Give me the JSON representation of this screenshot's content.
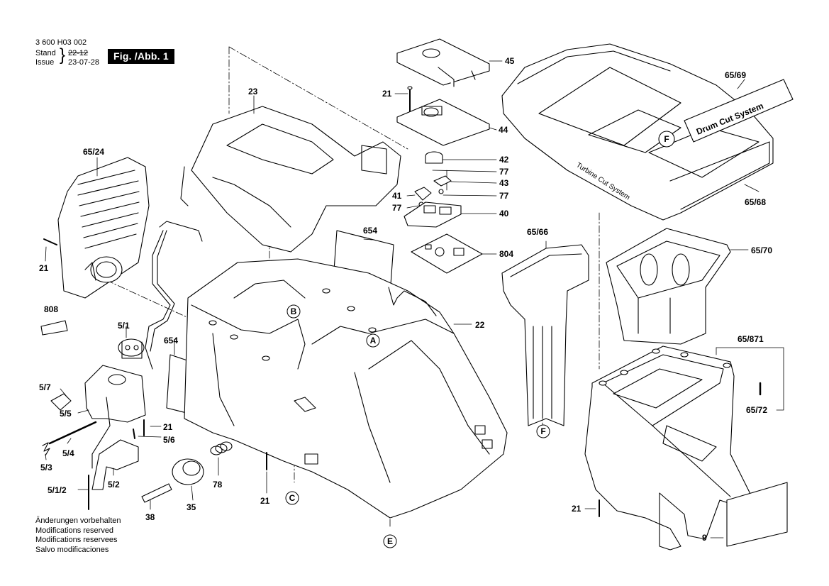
{
  "header": {
    "part_number": "3 600 H03 002",
    "stand_label": "Stand",
    "issue_label": "Issue",
    "stand_value": "22-12",
    "issue_value": "23-07-28",
    "figure_label": "Fig. /Abb. 1"
  },
  "notes": [
    "Änderungen vorbehalten",
    "Modifications reserved",
    "Modifications reservees",
    "Salvo modificaciones"
  ],
  "printed_text": {
    "label_65_69": "Drum Cut System",
    "hopper_text": "Turbine Cut System"
  },
  "part_labels": {
    "p45": "45",
    "p21a": "21",
    "p44": "44",
    "p23": "23",
    "p42": "42",
    "p77a": "77",
    "p43": "43",
    "p77b": "77",
    "p41": "41",
    "p77c": "77",
    "p40": "40",
    "p804": "804",
    "p654a": "654",
    "p654b": "654",
    "p65_24": "65/24",
    "p65_69": "65/69",
    "p65_68": "65/68",
    "p65_66": "65/66",
    "p65_70": "65/70",
    "p65_871": "65/871",
    "p65_72": "65/72",
    "p21b": "21",
    "p808": "808",
    "p5_1": "5/1",
    "p22": "22",
    "p5_7": "5/7",
    "p5_5": "5/5",
    "p21c": "21",
    "p5_6": "5/6",
    "p5_4": "5/4",
    "p5_3": "5/3",
    "p78": "78",
    "p5_2": "5/2",
    "p5_1_2": "5/1/2",
    "p38": "38",
    "p35": "35",
    "p21d": "21",
    "p21e": "21",
    "p9": "9"
  },
  "callouts": {
    "A": "A",
    "B": "B",
    "C": "C",
    "E": "E",
    "F_top": "F",
    "F_bottom": "F"
  }
}
